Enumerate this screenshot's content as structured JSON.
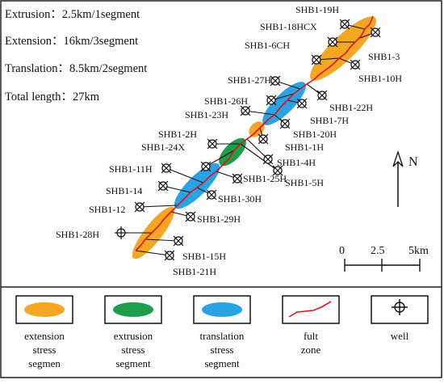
{
  "stats": [
    {
      "label": "Extrusion",
      "value": "2.5km/1segment"
    },
    {
      "label": "Extension",
      "value": "16km/3segment"
    },
    {
      "label": "Translation",
      "value": "8.5km/2segment"
    },
    {
      "label": "Total length",
      "value": "27km"
    }
  ],
  "north_label": "N",
  "scale": {
    "labels": [
      "0",
      "2.5",
      "5km"
    ]
  },
  "wells": [
    "SHB1-19H",
    "SHB1-18HCX",
    "SHB1-3",
    "SHB1-6CH",
    "SHB1-10H",
    "SHB1-27H",
    "SHB1-22H",
    "SHB1-26H",
    "SHB1-7H",
    "SHB1-23H",
    "SHB1-20H",
    "SHB1-1H",
    "SHB1-2H",
    "SHB1-4H",
    "SHB1-24X",
    "SHB1-5H",
    "SHB1-11H",
    "SHB1-25H",
    "SHB1-14",
    "SHB1-30H",
    "SHB1-12",
    "SHB1-29H",
    "SHB1-28H",
    "SHB1-15H",
    "SHB1-21H"
  ],
  "legend": [
    {
      "label": "extension\nstress\nsegmen",
      "color": "#f5a623"
    },
    {
      "label": "extrusion\nstress\nsegment",
      "color": "#1e9e4a"
    },
    {
      "label": "translation\nstress\nsegment",
      "color": "#29a3e3"
    },
    {
      "label": "fult\nzone",
      "color": "#e0121a"
    },
    {
      "label": "well",
      "color": "#111111"
    }
  ],
  "colors": {
    "extension": "#f5a623",
    "extrusion": "#1e9e4a",
    "translation": "#29a3e3",
    "fault": "#e0121a"
  }
}
